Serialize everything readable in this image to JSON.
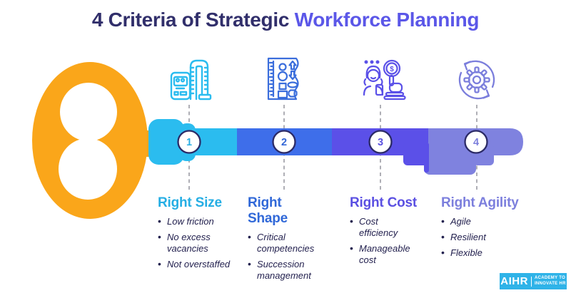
{
  "title": {
    "text_dark": "4 Criteria of Strategic",
    "text_accent": "Workforce Planning"
  },
  "criteria": [
    {
      "number": "1",
      "icon": "tape-measure-icon",
      "heading": "Right Size",
      "bullets": [
        "Low friction",
        "No excess vacancies",
        "Not overstaffed"
      ],
      "segment_color": "#2BBCEF",
      "heading_color": "#25AEE4"
    },
    {
      "number": "2",
      "icon": "shapes-template-icon",
      "heading": "Right Shape",
      "bullets": [
        "Critical competencies",
        "Succession management"
      ],
      "segment_color": "#3E6EEA",
      "heading_color": "#3068D8"
    },
    {
      "number": "3",
      "icon": "cost-selection-icon",
      "heading": "Right Cost",
      "bullets": [
        "Cost efficiency",
        "Manageable cost"
      ],
      "segment_color": "#5B50E8",
      "heading_color": "#5B50E2"
    },
    {
      "number": "4",
      "icon": "agility-gear-icon",
      "heading": "Right Agility",
      "bullets": [
        "Agile",
        "Resilient",
        "Flexible"
      ],
      "segment_color": "#7F82DF",
      "heading_color": "#7C7FDD"
    }
  ],
  "key": {
    "head_color": "#FAA61A",
    "circle_border_color": "#2B2A66",
    "dash_color": "#9B9BA3"
  },
  "icons": {
    "dollar_symbol": "$"
  },
  "logo": {
    "brand": "AIHR",
    "tagline_top": "ACADEMY TO",
    "tagline_bottom": "INNOVATE HR",
    "background": "#2FB3E8"
  }
}
